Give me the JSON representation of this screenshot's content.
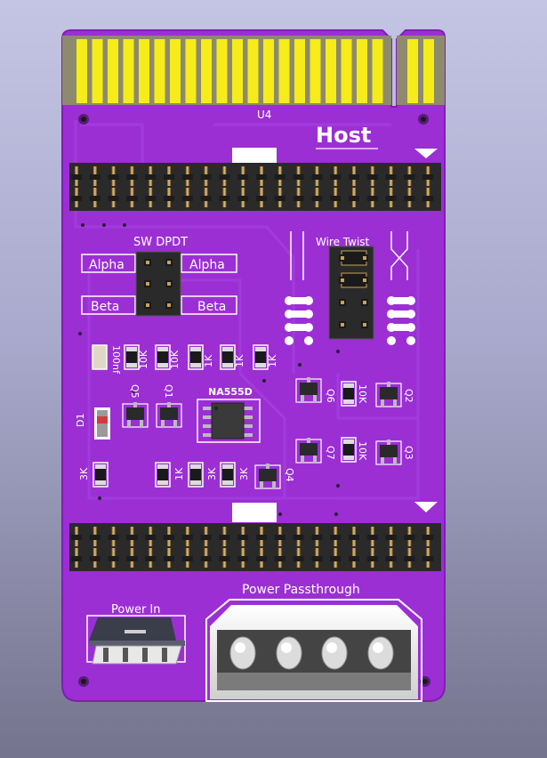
{
  "board": {
    "edge_connector_label": "U4",
    "host_label": "Host",
    "switch_label": "SW DPDT",
    "alpha_left": "Alpha",
    "alpha_right": "Alpha",
    "beta_left": "Beta",
    "beta_right": "Beta",
    "wire_twist_label": "Wire Twist",
    "ic_label": "NA555D",
    "power_in_label": "Power In",
    "power_passthrough_label": "Power Passthrough",
    "diode_label": "D1",
    "components": {
      "cap": "100nf",
      "r_10k_a": "10K",
      "r_10k_b": "10K",
      "r_1k_a": "1K",
      "r_1k_b": "1K",
      "r_1k_c": "1K",
      "q5": "Q5",
      "q1": "Q1",
      "q6": "Q6",
      "r_10k_c": "10K",
      "q2": "Q2",
      "q7": "Q7",
      "r_10k_d": "10K",
      "q3": "Q3",
      "r_3k_a": "3K",
      "r_1k_d": "1K",
      "r_3k_b": "3K",
      "r_3k_c": "3K",
      "q4": "Q4"
    }
  },
  "colors": {
    "pcb": "#9b2fd4",
    "silkscreen": "#ffffff",
    "gold": "#f5ec1a",
    "header_body": "#2a2a2a",
    "pin_gold": "#c8a25a"
  }
}
